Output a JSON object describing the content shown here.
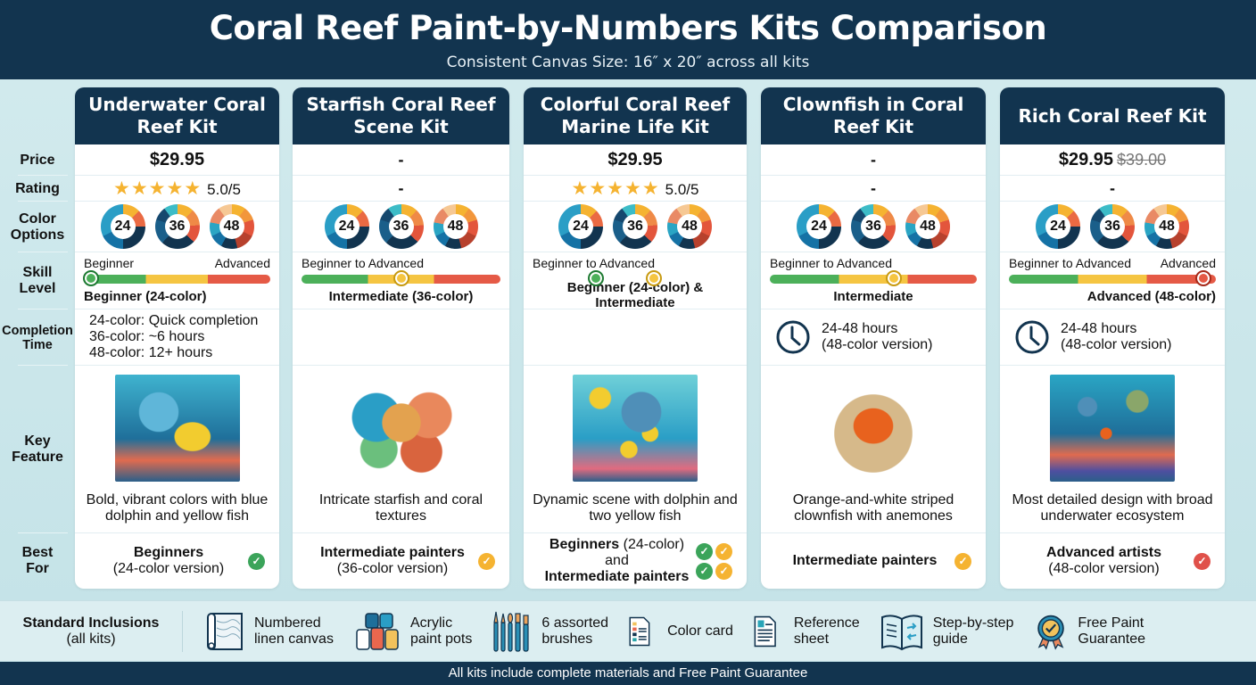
{
  "header": {
    "title": "Coral Reef Paint-by-Numbers Kits Comparison",
    "subtitle": "Consistent Canvas Size: 16″ x 20″ across all kits"
  },
  "row_labels": {
    "price": "Price",
    "rating": "Rating",
    "color_options": "Color Options",
    "skill_level": "Skill Level",
    "completion_time": "Completion Time",
    "key_feature": "Key Feature",
    "best_for": "Best For"
  },
  "colors": {
    "navy": "#12344f",
    "background": "#c9e5ea",
    "green": "#4cb05a",
    "yellow": "#f5c542",
    "red": "#e55a46",
    "star": "#f5b331"
  },
  "kits": [
    {
      "name": "Underwater Coral Reef Kit",
      "price": "$29.95",
      "old_price": "",
      "rating_stars": "★★★★★",
      "rating": "5.0/5",
      "color_options": [
        "24",
        "36",
        "48"
      ],
      "skill": {
        "left": "Beginner",
        "right": "Advanced",
        "label": "Beginner (24-color)",
        "markers": [
          {
            "pos": 4,
            "tone": "g"
          }
        ],
        "align": "left"
      },
      "completion": [
        "24-color: Quick completion",
        "36-color: ~6 hours",
        "48-color: 12+ hours"
      ],
      "feature_icon": "dolphin-yellow-fish-image",
      "feature": "Bold, vibrant colors with blue dolphin and yellow fish",
      "best_for": {
        "bold": "Beginners",
        "normal": "(24-color version)",
        "checks": [
          "g"
        ]
      }
    },
    {
      "name": "Starfish Coral Reef Scene Kit",
      "price": "-",
      "old_price": "",
      "rating_stars": "",
      "rating": "-",
      "color_options": [
        "24",
        "36",
        "48"
      ],
      "skill": {
        "left": "Beginner to Advanced",
        "right": "",
        "label": "Intermediate (36-color)",
        "markers": [
          {
            "pos": 50,
            "tone": "y"
          }
        ],
        "align": "center"
      },
      "completion": [],
      "feature_icon": "starfish-coral-image",
      "feature": "Intricate starfish and coral textures",
      "best_for": {
        "bold": "Intermediate painters",
        "normal": "(36-color version)",
        "checks": [
          "y"
        ]
      }
    },
    {
      "name": "Colorful Coral Reef Marine Life Kit",
      "price": "$29.95",
      "old_price": "",
      "rating_stars": "★★★★★",
      "rating": "5.0/5",
      "color_options": [
        "24",
        "36",
        "48"
      ],
      "skill": {
        "left": "Beginner to Advanced",
        "right": "",
        "label": "Beginner (24-color) & Intermediate",
        "markers": [
          {
            "pos": 31,
            "tone": "g"
          },
          {
            "pos": 59,
            "tone": "y"
          }
        ],
        "align": "center"
      },
      "completion": [],
      "feature_icon": "dolphin-two-fish-image",
      "feature": "Dynamic scene with dolphin and two yellow fish",
      "best_for": {
        "bold": "Beginners",
        "normal": " (24-color) and",
        "bold2": "Intermediate painters",
        "checks": [
          "g",
          "y",
          "g",
          "y"
        ]
      }
    },
    {
      "name": "Clownfish in Coral Reef Kit",
      "price": "-",
      "old_price": "",
      "rating_stars": "",
      "rating": "-",
      "color_options": [
        "24",
        "36",
        "48"
      ],
      "skill": {
        "left": "Beginner to Advanced",
        "right": "",
        "label": "Intermediate",
        "markers": [
          {
            "pos": 60,
            "tone": "y"
          }
        ],
        "align": "center"
      },
      "completion_time": "24-48 hours",
      "completion_note": "(48-color version)",
      "completion": [],
      "feature_icon": "clownfish-anemone-image",
      "feature": "Orange-and-white striped clownfish with anemones",
      "best_for": {
        "bold": "Intermediate painters",
        "normal": "",
        "checks": [
          "y"
        ]
      }
    },
    {
      "name": "Rich Coral Reef Kit",
      "price": "$29.95",
      "old_price": "$39.00",
      "rating_stars": "",
      "rating": "-",
      "color_options": [
        "24",
        "36",
        "48"
      ],
      "skill": {
        "left": "Beginner to Advanced",
        "right": "Advanced",
        "label": "Advanced (48-color)",
        "markers": [
          {
            "pos": 94,
            "tone": "r"
          }
        ],
        "align": "right"
      },
      "completion_time": "24-48 hours",
      "completion_note": "(48-color version)",
      "completion": [],
      "feature_icon": "underwater-ecosystem-image",
      "feature": "Most detailed design with broad underwater ecosystem",
      "best_for": {
        "bold": "Advanced artists",
        "normal": "(48-color version)",
        "checks": [
          "r"
        ]
      }
    }
  ],
  "inclusions": {
    "title": "Standard Inclusions",
    "subtitle": "(all kits)",
    "items": [
      {
        "icon": "canvas-roll-icon",
        "label1": "Numbered",
        "label2": "linen canvas"
      },
      {
        "icon": "paint-pots-icon",
        "label1": "Acrylic",
        "label2": "paint pots"
      },
      {
        "icon": "brushes-icon",
        "label1": "6 assorted",
        "label2": "brushes"
      },
      {
        "icon": "color-card-icon",
        "label1": "Color card",
        "label2": ""
      },
      {
        "icon": "reference-sheet-icon",
        "label1": "Reference",
        "label2": "sheet"
      },
      {
        "icon": "guide-book-icon",
        "label1": "Step-by-step",
        "label2": "guide"
      },
      {
        "icon": "guarantee-badge-icon",
        "label1": "Free Paint",
        "label2": "Guarantee"
      }
    ]
  },
  "footer": "All kits include complete materials and Free Paint Guarantee"
}
